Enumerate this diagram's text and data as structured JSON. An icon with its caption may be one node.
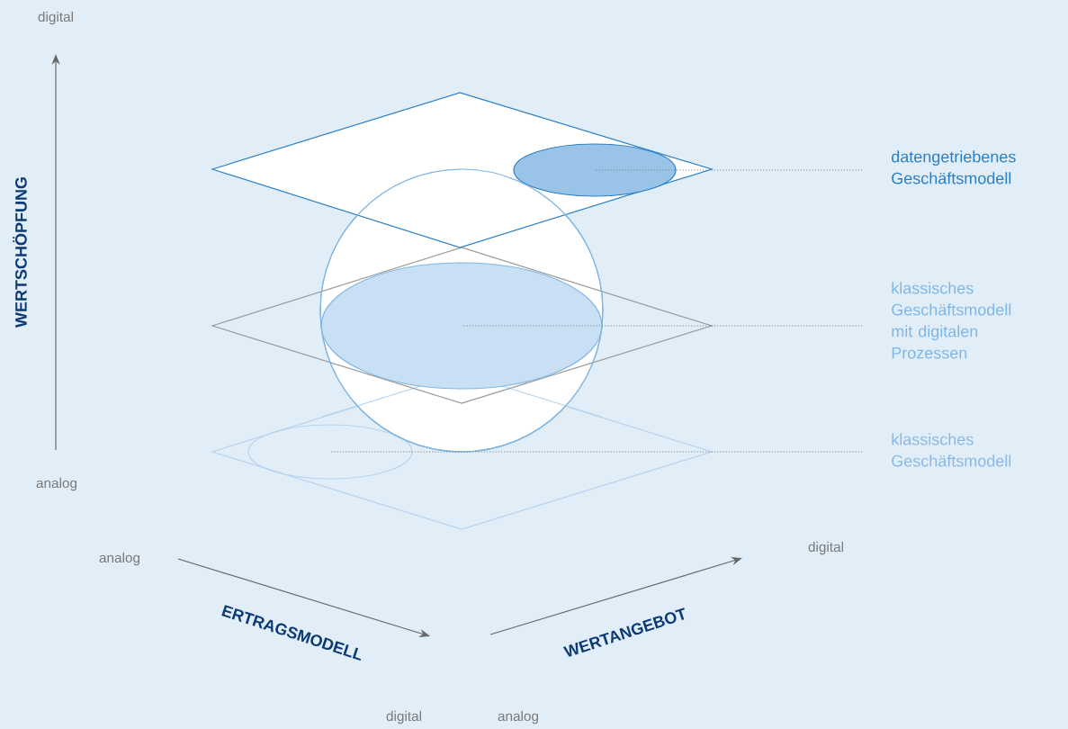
{
  "diagram": {
    "nodes": [
      {
        "text": [],
        "shape": "ellipse"
      },
      {
        "text": [],
        "shape": "ellipse"
      },
      {
        "text": [],
        "shape": "ellipse"
      },
      {
        "text": [
          "datengetriebenes Geschäftsmodell"
        ]
      },
      {
        "text": [
          "klassisches Geschäftsmodell mit digitalen Prozessen"
        ]
      },
      {
        "text": [
          "klassisches Geschäftsmodell"
        ]
      }
    ],
    "edges": [
      {
        "from": 3,
        "to": 0,
        "arrow": "none",
        "style": "dashed"
      },
      {
        "from": 4,
        "to": 1,
        "arrow": "none",
        "style": "dashed"
      },
      {
        "from": 5,
        "to": 2,
        "arrow": "none",
        "style": "dashed"
      }
    ],
    "labels": [
      "digital",
      "WERTSCHÖPFUNG",
      "analog",
      "analog",
      "ERTRAGSMODELL",
      "digital",
      "WERTANGEBOT",
      "digital",
      "analog"
    ]
  }
}
